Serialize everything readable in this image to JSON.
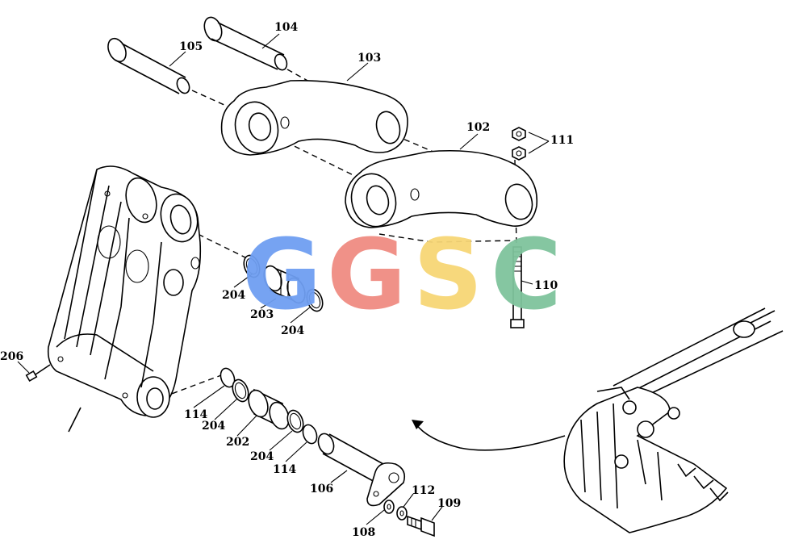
{
  "watermark": {
    "letters": [
      {
        "char": "G",
        "color": "#6f9ff2"
      },
      {
        "char": "G",
        "color": "#f08c82"
      },
      {
        "char": "S",
        "color": "#f7d676"
      },
      {
        "char": "C",
        "color": "#7fc39c"
      }
    ]
  },
  "callouts": {
    "c102": "102",
    "c103": "103",
    "c104": "104",
    "c105": "105",
    "c106": "106",
    "c108": "108",
    "c109": "109",
    "c110": "110",
    "c111": "111",
    "c112": "112",
    "c114a": "114",
    "c114b": "114",
    "c202": "202",
    "c203": "203",
    "c204a": "204",
    "c204b": "204",
    "c204c": "204",
    "c204d": "204",
    "c206": "206"
  }
}
